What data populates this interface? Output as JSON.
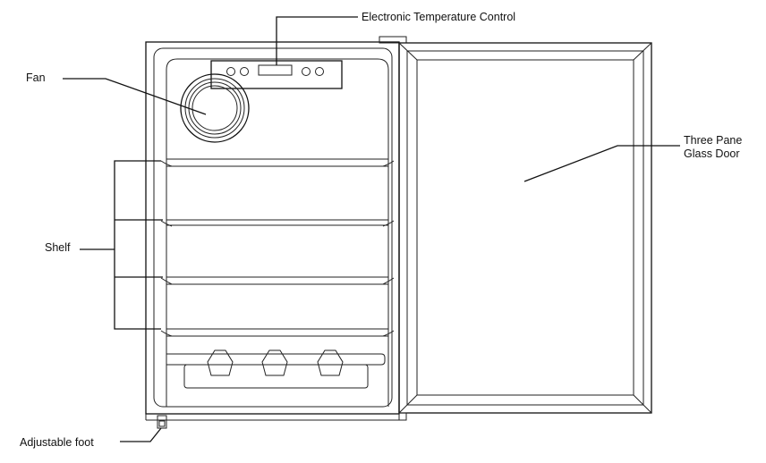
{
  "labels": {
    "control": "Electronic Temperature Control",
    "fan": "Fan",
    "door_line1": "Three Pane",
    "door_line2": "Glass Door",
    "shelf": "Shelf",
    "foot": "Adjustable foot"
  }
}
